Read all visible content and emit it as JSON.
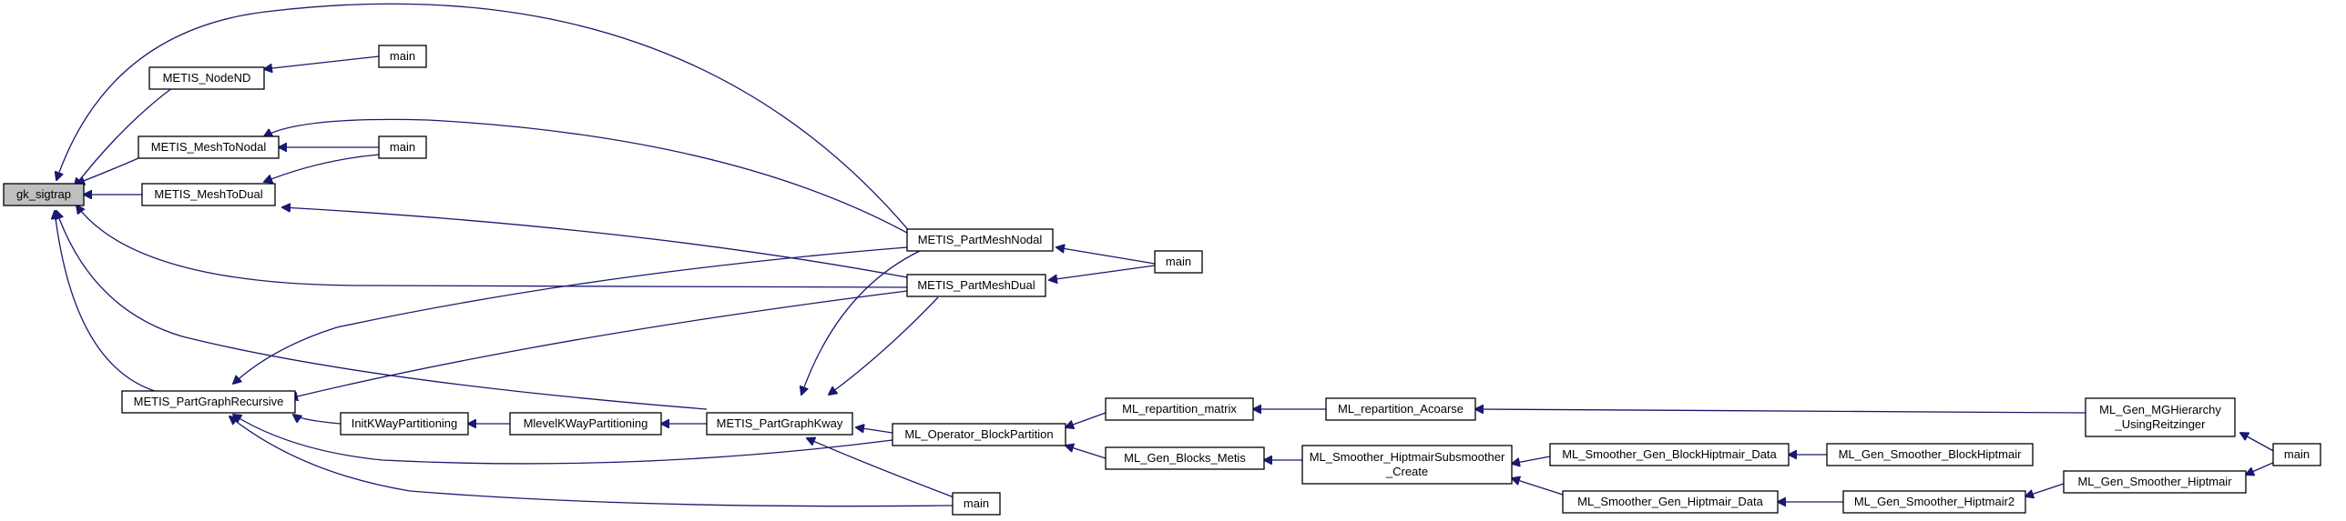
{
  "graph": {
    "colors": {
      "edge": "#191970",
      "node_border": "#000000",
      "root_fill": "#bfbfbf",
      "node_fill": "#ffffff"
    },
    "nodes": [
      {
        "id": "gk_sigtrap",
        "label": [
          "gk_sigtrap"
        ],
        "root": true
      },
      {
        "id": "nodend",
        "label": [
          "METIS_NodeND"
        ]
      },
      {
        "id": "main1",
        "label": [
          "main"
        ]
      },
      {
        "id": "meshtonodal",
        "label": [
          "METIS_MeshToNodal"
        ]
      },
      {
        "id": "main2",
        "label": [
          "main"
        ]
      },
      {
        "id": "meshtodual",
        "label": [
          "METIS_MeshToDual"
        ]
      },
      {
        "id": "partmeshnodal",
        "label": [
          "METIS_PartMeshNodal"
        ]
      },
      {
        "id": "partmeshdual",
        "label": [
          "METIS_PartMeshDual"
        ]
      },
      {
        "id": "main3",
        "label": [
          "main"
        ]
      },
      {
        "id": "partgraphrecursive",
        "label": [
          "METIS_PartGraphRecursive"
        ]
      },
      {
        "id": "initkway",
        "label": [
          "InitKWayPartitioning"
        ]
      },
      {
        "id": "mlevelkway",
        "label": [
          "MlevelKWayPartitioning"
        ]
      },
      {
        "id": "partgraphkway",
        "label": [
          "METIS_PartGraphKway"
        ]
      },
      {
        "id": "blockpartition",
        "label": [
          "ML_Operator_BlockPartition"
        ]
      },
      {
        "id": "main4",
        "label": [
          "main"
        ]
      },
      {
        "id": "repartmatrix",
        "label": [
          "ML_repartition_matrix"
        ]
      },
      {
        "id": "repartacoarse",
        "label": [
          "ML_repartition_Acoarse"
        ]
      },
      {
        "id": "mghierarchy",
        "label": [
          "ML_Gen_MGHierarchy",
          "_UsingReitzinger"
        ]
      },
      {
        "id": "main5",
        "label": [
          "main"
        ]
      },
      {
        "id": "blocksmetis",
        "label": [
          "ML_Gen_Blocks_Metis"
        ]
      },
      {
        "id": "hiptmairsub",
        "label": [
          "ML_Smoother_HiptmairSubsmoother",
          "_Create"
        ]
      },
      {
        "id": "blockhiptmairdata",
        "label": [
          "ML_Smoother_Gen_BlockHiptmair_Data"
        ]
      },
      {
        "id": "genblockhiptmair",
        "label": [
          "ML_Gen_Smoother_BlockHiptmair"
        ]
      },
      {
        "id": "hiptmairdata",
        "label": [
          "ML_Smoother_Gen_Hiptmair_Data"
        ]
      },
      {
        "id": "hiptmair2",
        "label": [
          "ML_Gen_Smoother_Hiptmair2"
        ]
      },
      {
        "id": "genhiptmair",
        "label": [
          "ML_Gen_Smoother_Hiptmair"
        ]
      }
    ]
  }
}
